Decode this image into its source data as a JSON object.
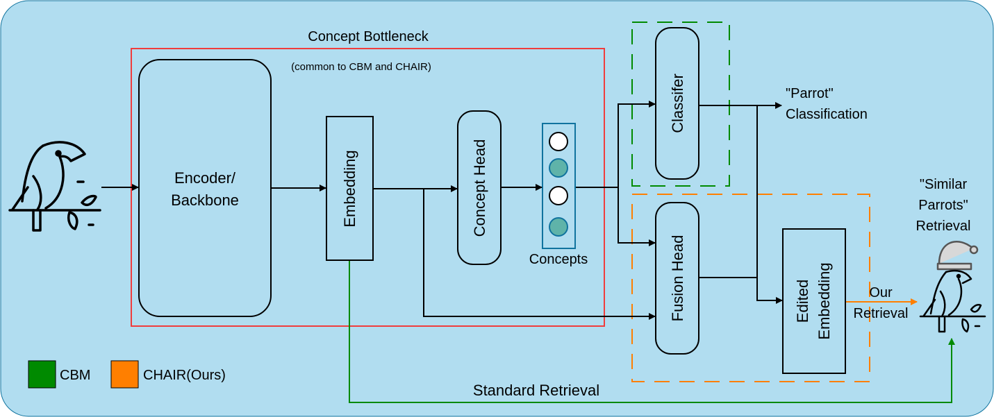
{
  "labels": {
    "concept_bottleneck": "Concept Bottleneck",
    "common_note": "(common to CBM and CHAIR)",
    "encoder_line1": "Encoder/",
    "encoder_line2": "Backbone",
    "embedding": "Embedding",
    "concept_head": "Concept Head",
    "concepts": "Concepts",
    "classifier": "Classifer",
    "fusion_head": "Fusion Head",
    "edited_line1": "Edited",
    "edited_line2": "Embedding",
    "classification_line1": "\"Parrot\"",
    "classification_line2": "Classification",
    "retrieval_line1": "\"Similar",
    "retrieval_line2": "Parrots\"",
    "retrieval_line3": "Retrieval",
    "our_retrieval_line1": "Our",
    "our_retrieval_line2": "Retrieval",
    "standard_retrieval": "Standard Retrieval"
  },
  "legend": [
    {
      "label": "CBM",
      "color": "#008a00"
    },
    {
      "label": "CHAIR(Ours)",
      "color": "#ff7f00"
    }
  ],
  "concept_nodes": [
    "white",
    "teal",
    "white",
    "teal"
  ],
  "icons": [
    "parrot-icon",
    "parrot-with-hat-icon"
  ],
  "colors": {
    "background": "#b1ddf0",
    "bottleneck_border": "#f03c3c",
    "cbm": "#008a00",
    "chair": "#ff7f00",
    "concepts_border": "#10739e",
    "teal_node": "#5fb3a9"
  }
}
